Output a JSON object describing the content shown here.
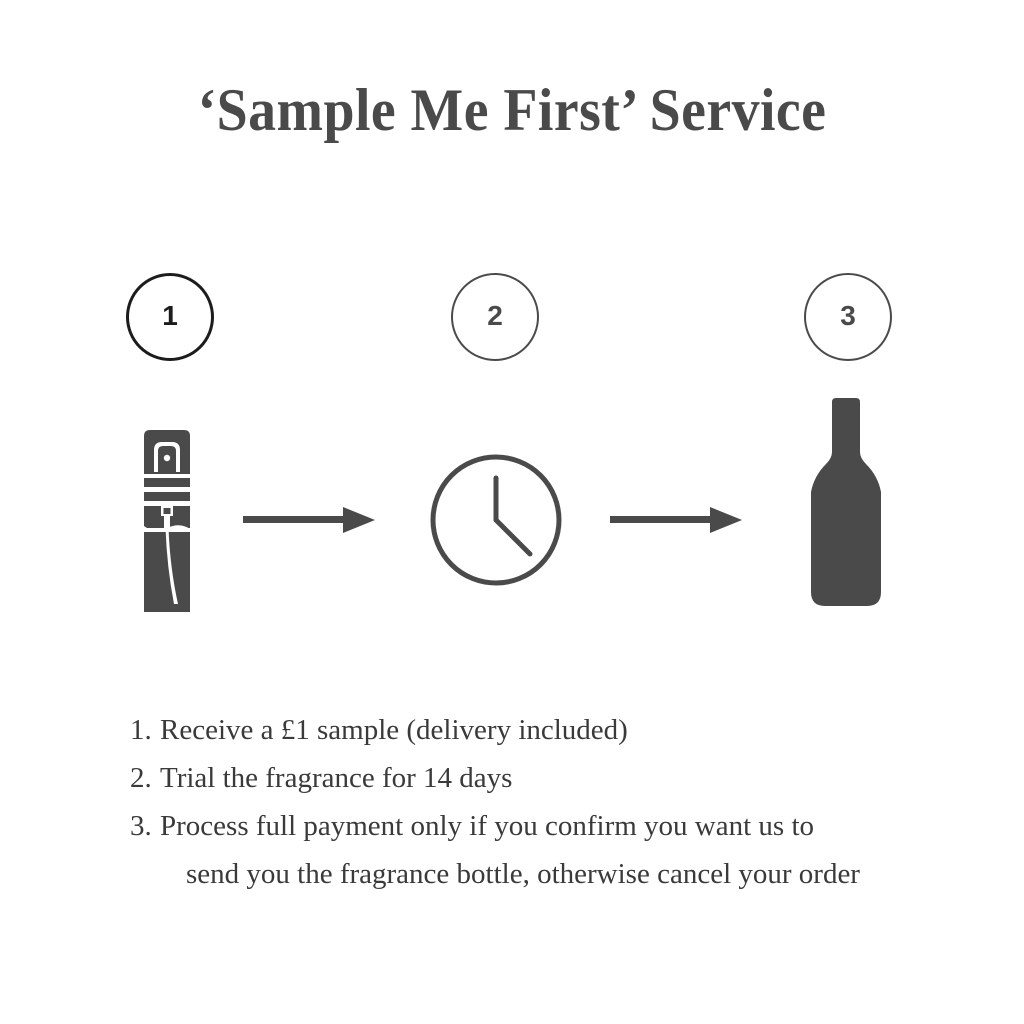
{
  "page": {
    "title": "‘Sample Me First’ Service",
    "background_color": "#ffffff",
    "ink_color": "#4a4a4a",
    "text_color": "#3a3a3a",
    "accent_color": "#1c1c1c"
  },
  "steps": [
    {
      "number": "1",
      "icon": "sample-vial-icon"
    },
    {
      "number": "2",
      "icon": "clock-icon"
    },
    {
      "number": "3",
      "icon": "perfume-bottle-icon"
    }
  ],
  "connectors": [
    {
      "name": "arrow-right-icon"
    },
    {
      "name": "arrow-right-icon"
    }
  ],
  "list": [
    {
      "marker": "1.",
      "text": "Receive a £1 sample (delivery included)",
      "continuation": ""
    },
    {
      "marker": "2.",
      "text": "Trial the fragrance for 14 days",
      "continuation": ""
    },
    {
      "marker": "3.",
      "text": "Process full payment only if you confirm you want us to",
      "continuation": "send you the fragrance bottle, otherwise cancel your order"
    }
  ]
}
